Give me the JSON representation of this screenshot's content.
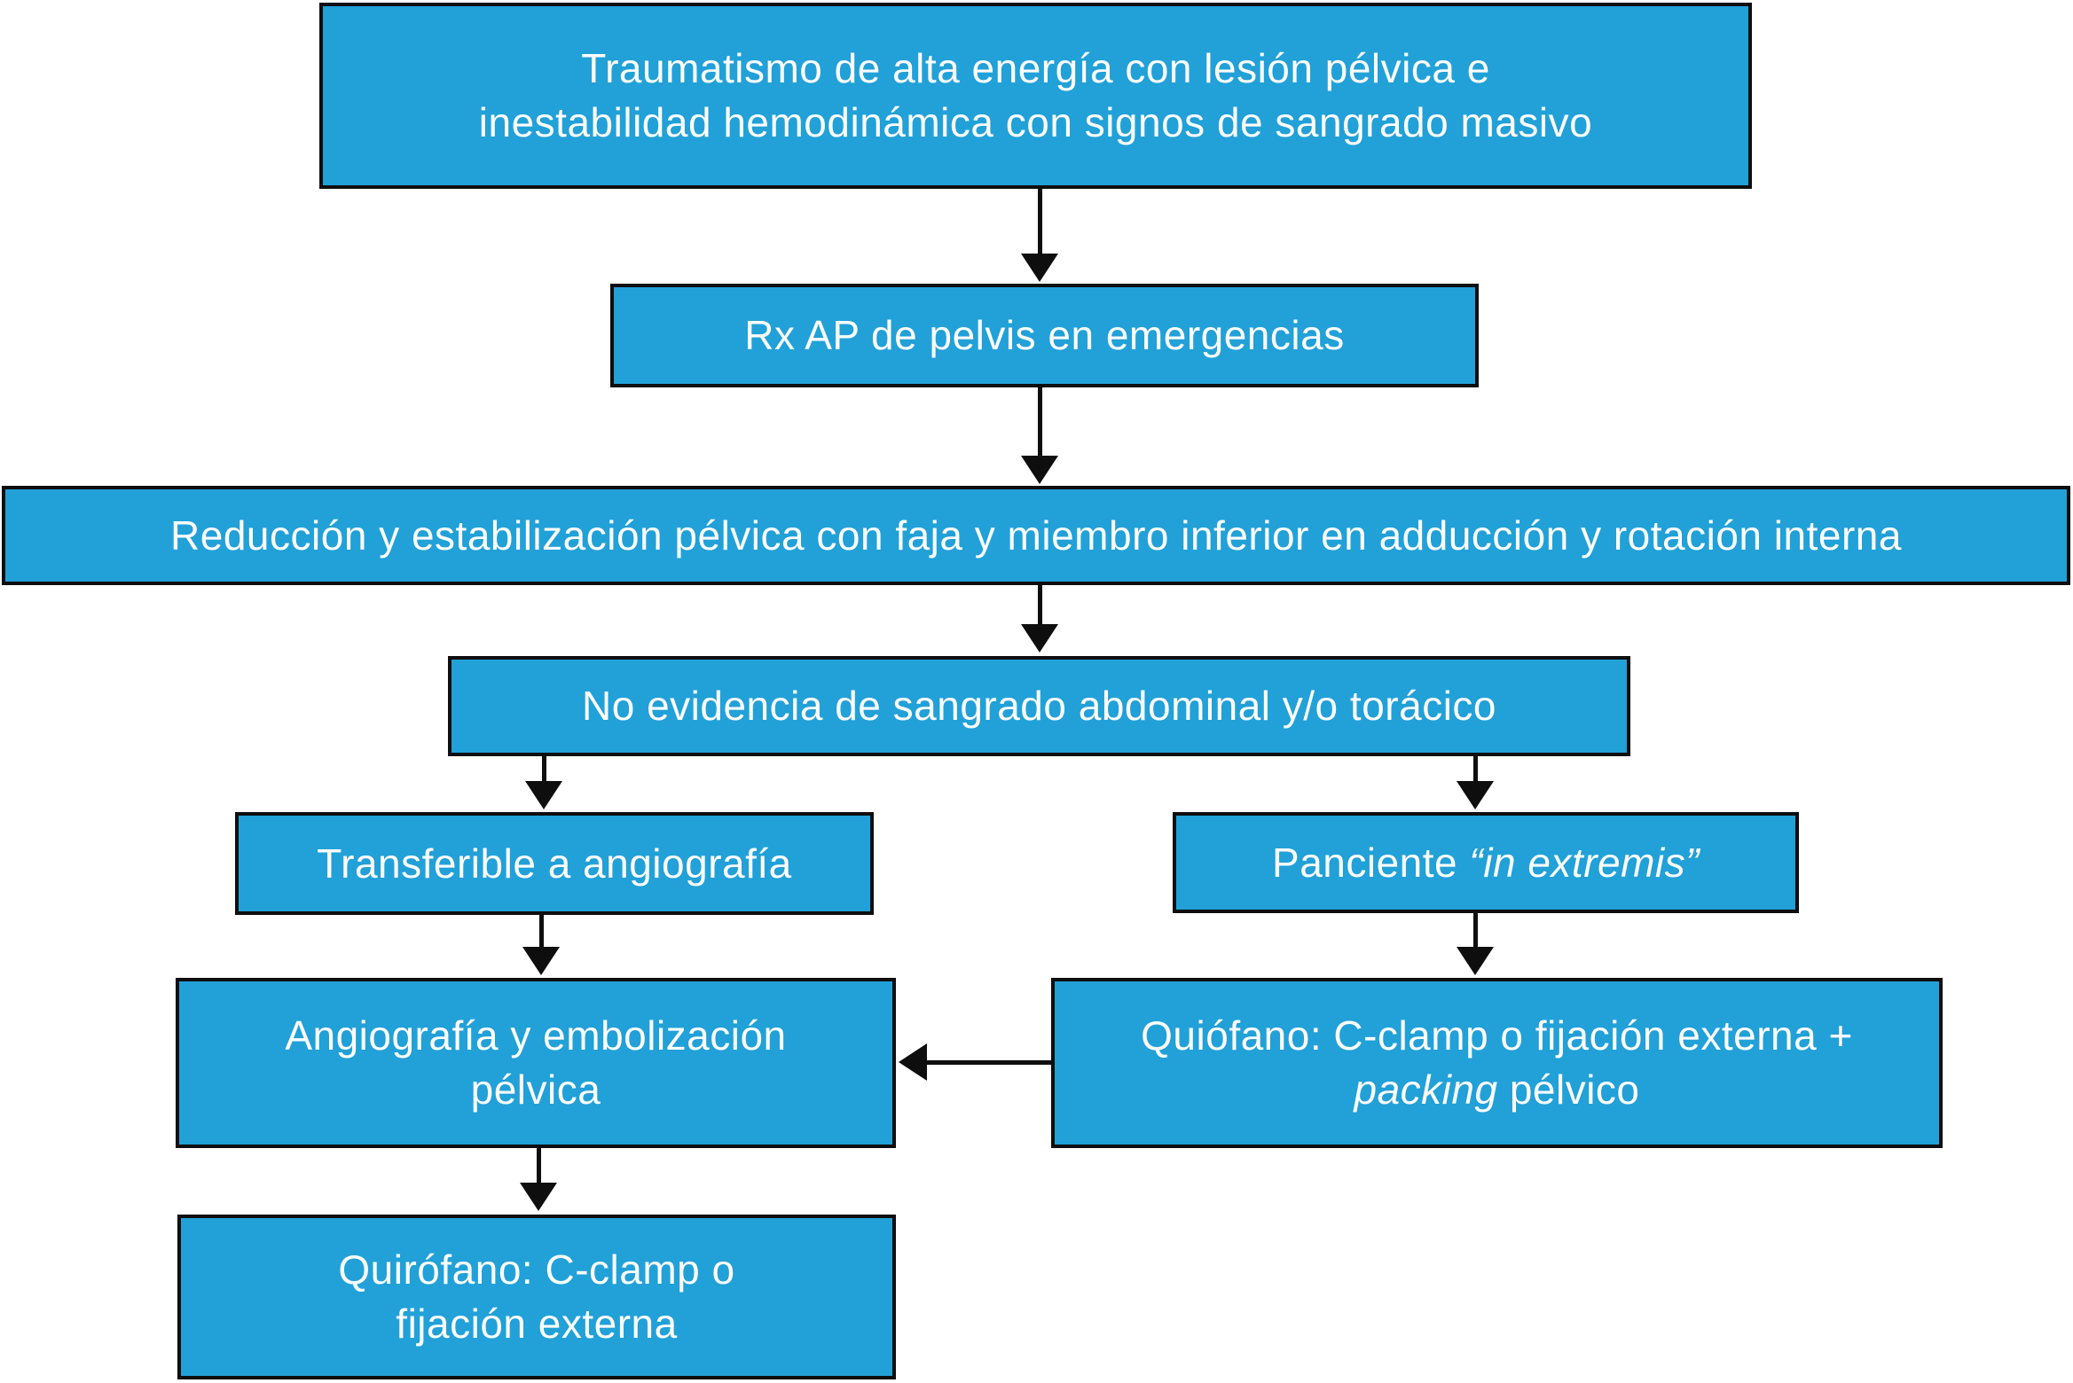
{
  "figure": {
    "type": "flowchart",
    "language": "es",
    "topic": "Manejo de traumatismo pélvico de alta energía con inestabilidad hemodinámica"
  },
  "style": {
    "box_fill": "#21a1d8",
    "box_border": "#0e0e0e",
    "text_color": "#fdfdfd",
    "arrow_color": "#0e0e0e",
    "background": "#ffffff"
  },
  "nodes": {
    "trauma": {
      "lines": [
        "Traumatismo de alta energía con lesión pélvica e",
        "inestabilidad hemodinámica con signos de sangrado masivo"
      ]
    },
    "rx": {
      "text": "Rx AP de pelvis en emergencias"
    },
    "reduccion": {
      "text": "Reducción y estabilización pélvica con faja y miembro inferior en adducción y rotación interna"
    },
    "no_evidencia": {
      "text": "No evidencia de sangrado abdominal y/o torácico"
    },
    "transferible": {
      "text": "Transferible a angiografía"
    },
    "paciente_extremis": {
      "pre": "Panciente ",
      "quote_open": "“",
      "italic": "in extremis",
      "quote_close": "”"
    },
    "angiografia": {
      "lines": [
        "Angiografía y embolización",
        "pélvica"
      ]
    },
    "quirofano_packing": {
      "line1": "Quiófano: C-clamp o fijación externa +",
      "line2_italic": "packing",
      "line2_rest": " pélvico"
    },
    "quirofano": {
      "lines": [
        "Quirófano: C-clamp o",
        "fijación externa"
      ]
    }
  },
  "edges": [
    "trauma -> rx",
    "rx -> reduccion",
    "reduccion -> no_evidencia",
    "no_evidencia -> transferible",
    "no_evidencia -> paciente_extremis",
    "transferible -> angiografia",
    "paciente_extremis -> quirofano_packing",
    "quirofano_packing -> angiografia",
    "angiografia -> quirofano"
  ]
}
